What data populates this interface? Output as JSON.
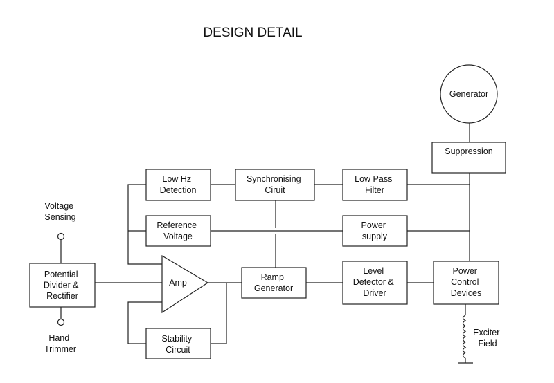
{
  "title": "DESIGN DETAIL",
  "nodes": {
    "generator": [
      "Generator"
    ],
    "suppression": [
      "Suppression"
    ],
    "low_hz": [
      "Low Hz",
      "Detection"
    ],
    "sync": [
      "Synchronising",
      "Ciruit"
    ],
    "low_pass": [
      "Low Pass",
      "Filter"
    ],
    "reference": [
      "Reference",
      "Voltage"
    ],
    "power_supply": [
      "Power",
      "supply"
    ],
    "potential_divider": [
      "Potential",
      "Divider &",
      "Rectifier"
    ],
    "amp": [
      "Amp"
    ],
    "ramp": [
      "Ramp",
      "Generator"
    ],
    "level_detector": [
      "Level",
      "Detector &",
      "Driver"
    ],
    "power_control": [
      "Power",
      "Control",
      "Devices"
    ],
    "stability": [
      "Stability",
      "Circuit"
    ],
    "voltage_sensing": [
      "Voltage",
      "Sensing"
    ],
    "hand_trimmer": [
      "Hand",
      "Trimmer"
    ],
    "exciter": [
      "Exciter",
      "Field"
    ]
  }
}
